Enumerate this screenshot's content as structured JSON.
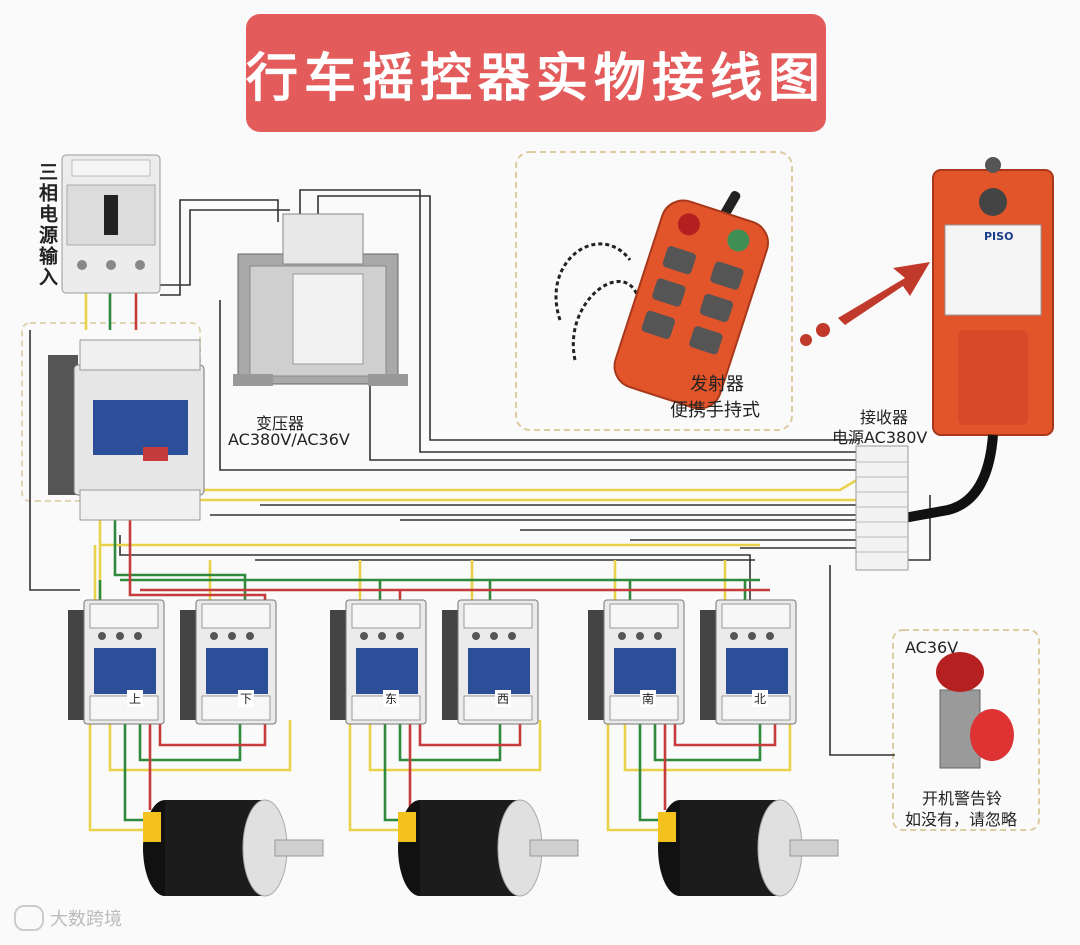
{
  "title": "行车摇控器实物接线图",
  "labels": {
    "power_input": "三相电源输入",
    "transformer_name": "变压器",
    "transformer_spec": "AC380V/AC36V",
    "transmitter_line1": "发射器",
    "transmitter_line2": "便携手持式",
    "receiver_line1": "接收器",
    "receiver_line2": "电源AC380V",
    "alarm_voltage": "AC36V",
    "alarm_line1": "开机警告铃",
    "alarm_line2": "如没有，请忽略",
    "contactor_up": "上",
    "contactor_down": "下",
    "contactor_east": "东",
    "contactor_west": "西",
    "contactor_south": "南",
    "contactor_north": "北",
    "receiver_brand": "PISO",
    "watermark": "大数跨境"
  },
  "colors": {
    "title_bg": "#e45b5b",
    "receiver_orange": "#e2542a",
    "wire_yellow": "#e8d24a",
    "wire_green": "#2f8a3c",
    "wire_red": "#c63b3b",
    "wire_dark": "#333333",
    "contactor_blue": "#2d4f9a"
  }
}
